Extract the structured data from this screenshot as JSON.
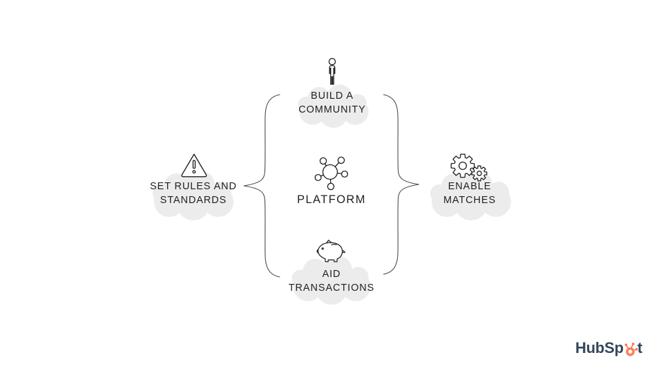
{
  "colors": {
    "bg": "#ffffff",
    "cloud": "#ececec",
    "ink": "#1f1f1f",
    "brace": "#4a4a4a",
    "navy": "#33475b",
    "orange": "#ff7a59"
  },
  "nodes": {
    "left": {
      "icon": "warning-triangle-icon",
      "lines": [
        "SET RULES AND",
        "STANDARDS"
      ]
    },
    "top": {
      "icon": "person-icon",
      "lines": [
        "BUILD A",
        "COMMUNITY"
      ]
    },
    "center": {
      "icon": "network-hub-icon",
      "label": "PLATFORM"
    },
    "bottom": {
      "icon": "piggy-bank-icon",
      "lines": [
        "AID",
        "TRANSACTIONS"
      ]
    },
    "right": {
      "icon": "gears-icon",
      "lines": [
        "ENABLE",
        "MATCHES"
      ]
    }
  },
  "logo": {
    "name": "HubSpot",
    "text_before": "HubSp",
    "text_after": "t"
  }
}
